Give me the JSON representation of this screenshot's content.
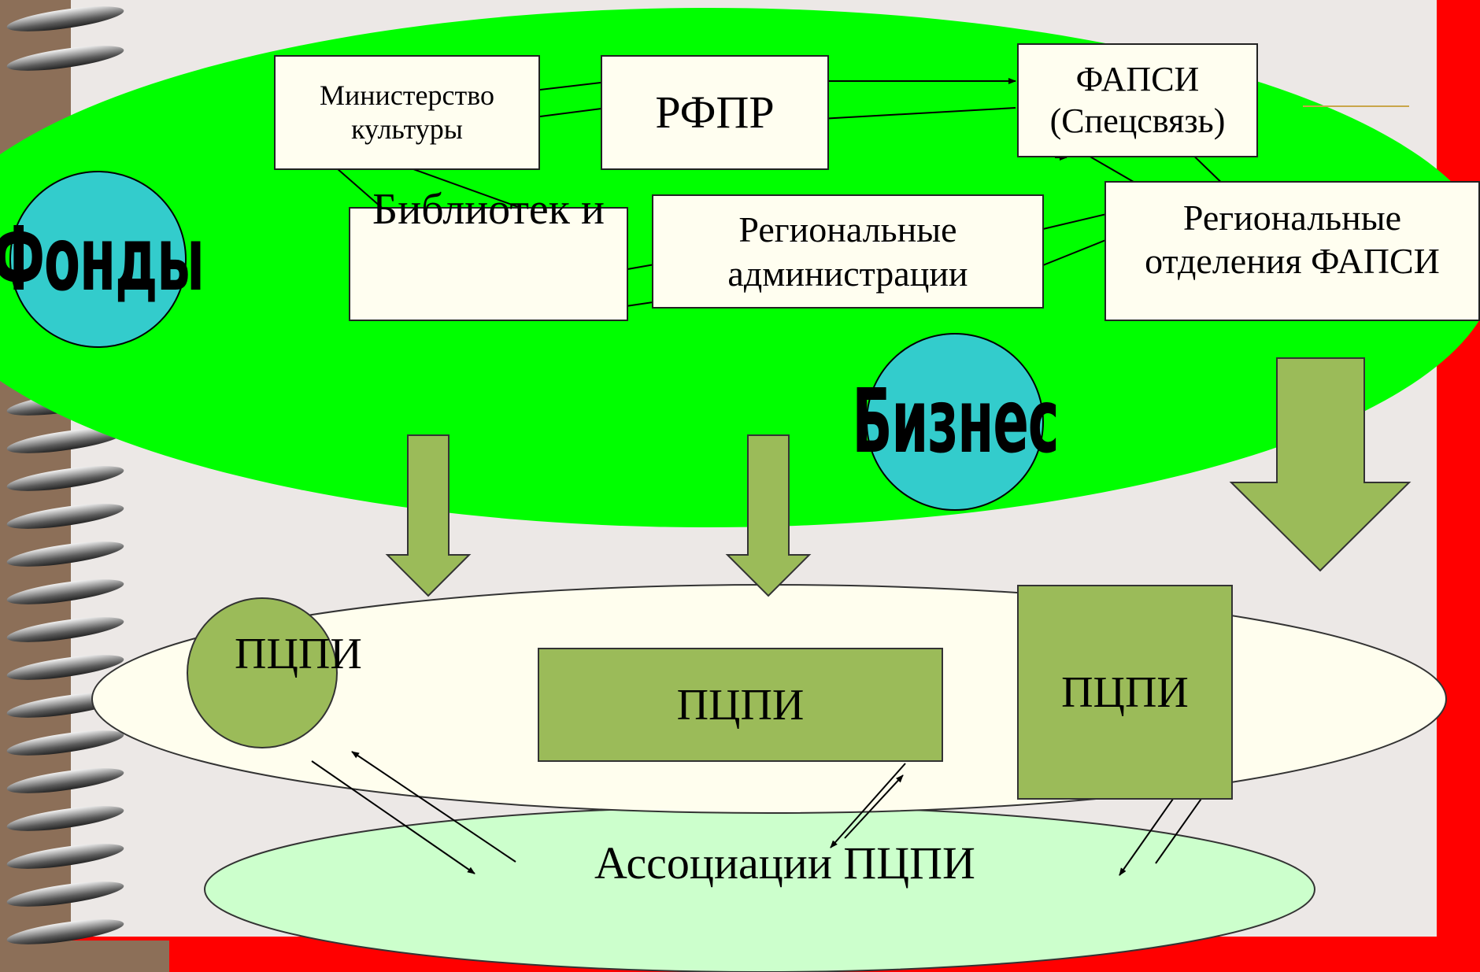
{
  "colors": {
    "frame": "#ff0000",
    "background": "#ece8e6",
    "top_ellipse": "#00ff00",
    "mid_ellipse": "#fffeee",
    "bottom_ellipse": "#ccffcc",
    "box_fill": "#fffef0",
    "olive": "#9bbb59",
    "badge": "#33cccc"
  },
  "boxes": {
    "ministry": "Министерство культуры",
    "rfpr": "РФПР",
    "fapsi": "ФАПСИ (Спецсвязь)",
    "libraries": "Библиотек и",
    "regional_admin": "Региональные администрации",
    "regional_fapsi": "Региональные отделения ФАПСИ"
  },
  "badges": {
    "funds": "Фонды",
    "business": "Бизнес"
  },
  "pcpi": {
    "circle": "ПЦПИ",
    "rect": "ПЦПИ",
    "square": "ПЦПИ"
  },
  "association": "Ассоциации ПЦПИ"
}
